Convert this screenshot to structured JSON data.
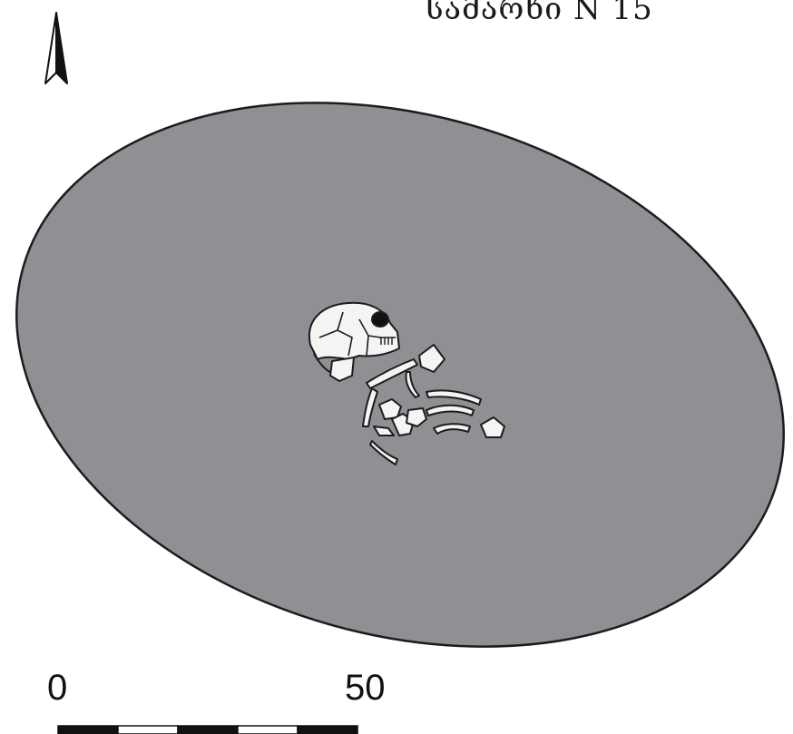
{
  "title": "სამარხი N 15",
  "scale": {
    "start_label": "0",
    "end_label": "50"
  },
  "colors": {
    "grave_fill": "#8f9094",
    "outline": "#1c1c1c",
    "bone_fill": "#f4f4f2",
    "bar_dark": "#111111",
    "bar_light": "#ffffff"
  },
  "icons": {
    "north_arrow": "north-arrow-icon"
  }
}
